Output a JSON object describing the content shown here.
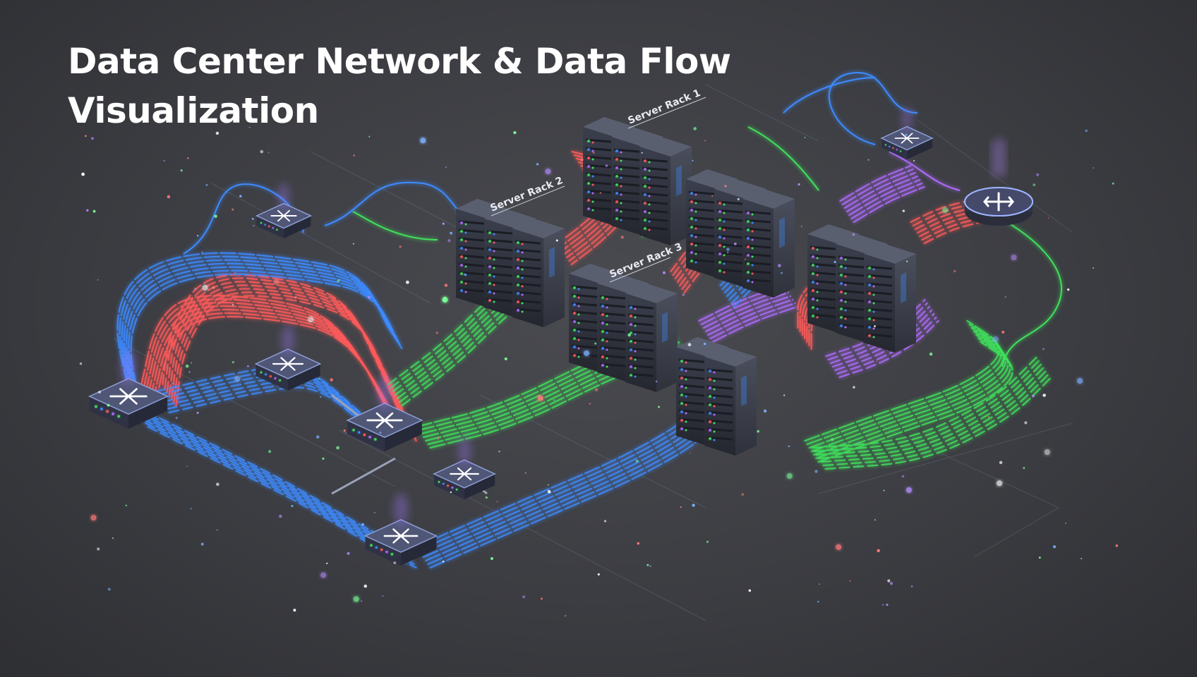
{
  "title_line1": "Data Center Network & Data Flow",
  "title_line2": "Visualization",
  "rack_labels": {
    "rack1": "Server Rack 1",
    "rack2": "Server Rack 2",
    "rack3": "Server Rack 3"
  },
  "colors": {
    "background": "#3c3d42",
    "flow_red": "#ff5a5a",
    "flow_blue": "#3d8bff",
    "flow_green": "#3fe05c",
    "flow_purple": "#b06bff",
    "device_body": "#3a3e52",
    "device_top": "#4b5069",
    "title": "#ffffff"
  },
  "icons": {
    "switch": "network-switch-icon",
    "router": "router-icon",
    "server": "server-rack-icon"
  }
}
